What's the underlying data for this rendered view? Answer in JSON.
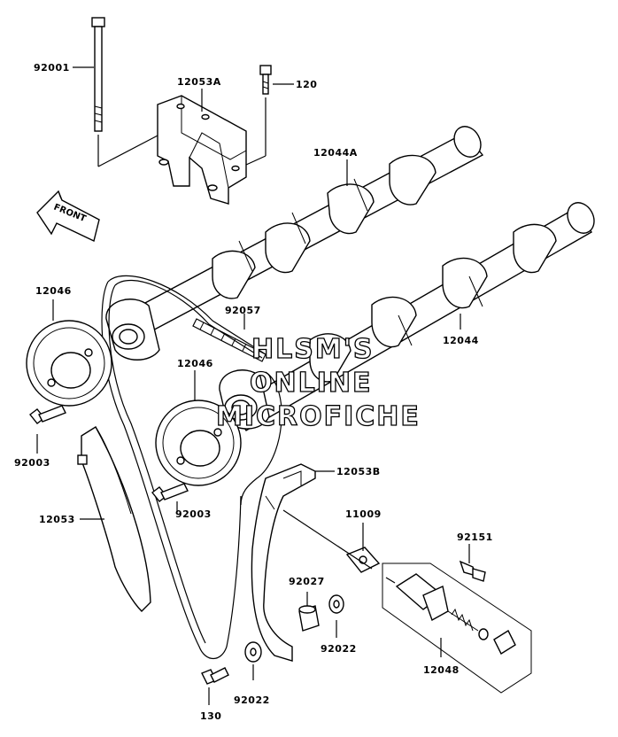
{
  "parts": {
    "bolt_long": "92001",
    "guide_upper_a": "12053A",
    "bolt_small": "120",
    "camshaft_a": "12044A",
    "sprocket_left": "12046",
    "chain": "92057",
    "camshaft": "12044",
    "sprocket_right": "12046",
    "bolt_left": "92003",
    "bolt_center": "92003",
    "guide_right_b": "12053B",
    "guide_left": "12053",
    "gasket": "11009",
    "bolt_tensioner": "92151",
    "collar": "92027",
    "washer_right": "92022",
    "washer_bottom": "92022",
    "tensioner": "12048",
    "bolt_bottom": "130"
  },
  "front_label": "FRONT",
  "watermark": {
    "line1": "HLSM'S",
    "line2": "ONLINE",
    "line3": "MICROFICHE"
  }
}
